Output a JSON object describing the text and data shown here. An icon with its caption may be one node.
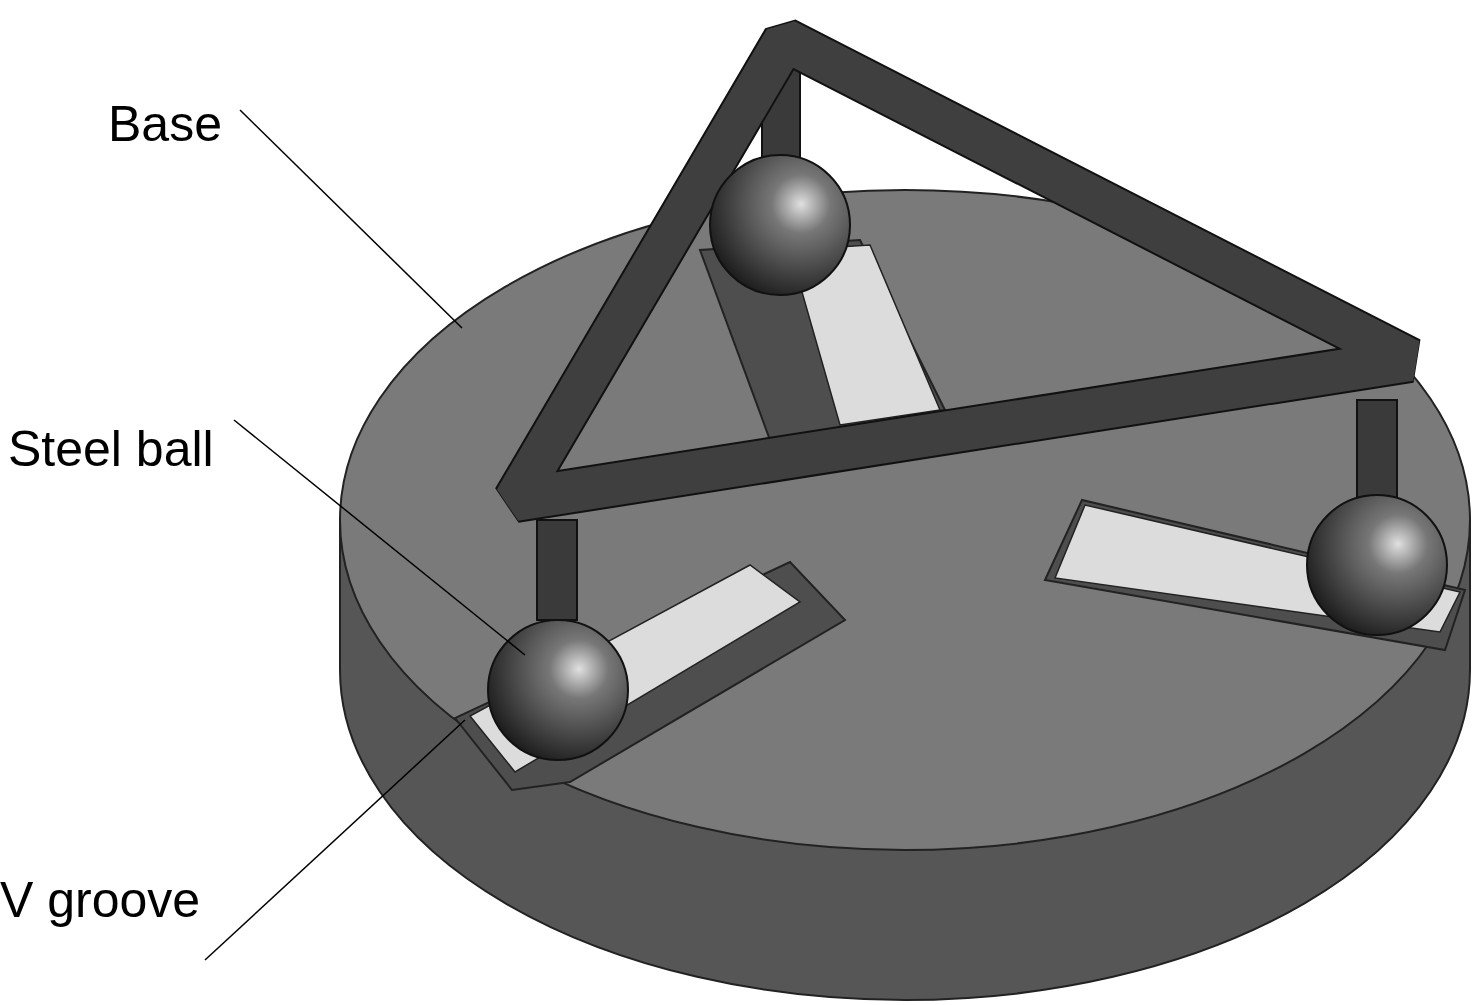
{
  "diagram": {
    "nodes": [
      {
        "text": [
          "Base"
        ]
      },
      {
        "text": [
          "Steel ball"
        ]
      },
      {
        "text": [
          "V groove"
        ]
      },
      {
        "text": [],
        "shape": "picture"
      },
      {
        "text": [],
        "shape": "picture",
        "in": 5
      },
      {
        "text": [],
        "shape": "picture",
        "in": 3
      }
    ],
    "edges": [
      {
        "from": 0,
        "to": 3,
        "arrow": "none"
      },
      {
        "from": 1,
        "to": 4,
        "arrow": "none"
      },
      {
        "from": 2,
        "to": 5,
        "arrow": "none"
      }
    ]
  }
}
